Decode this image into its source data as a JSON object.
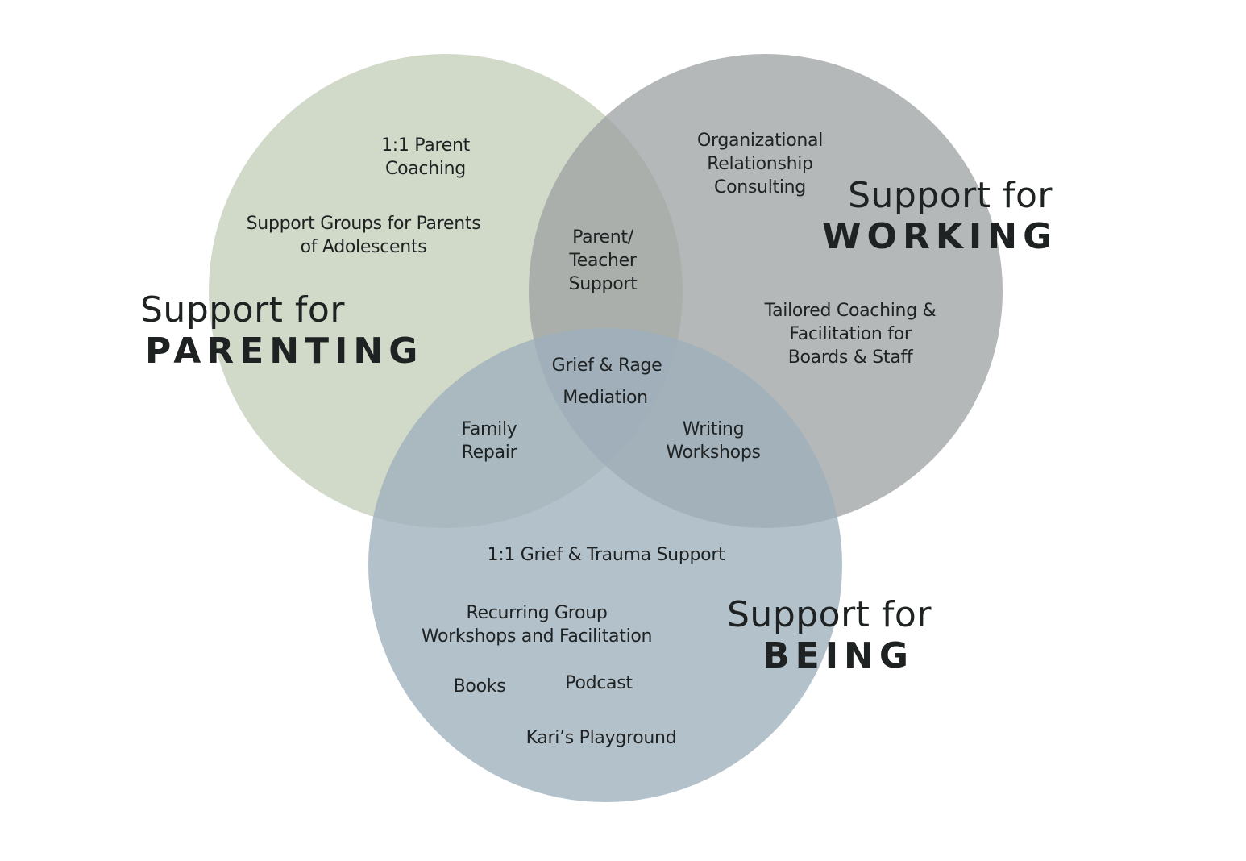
{
  "circles": {
    "parenting": {
      "color": "#c5d0bc",
      "opacity": 0.8
    },
    "working": {
      "color": "#9ca0a0",
      "opacity": 0.75
    },
    "being": {
      "color": "#9eb0bc",
      "opacity": 0.78
    }
  },
  "headings": {
    "parenting": {
      "prefix": "Support for",
      "title": "PARENTING"
    },
    "working": {
      "prefix": "Support for",
      "title": "WORKING"
    },
    "being": {
      "prefix": "Support for",
      "title": "BEING"
    }
  },
  "labels": {
    "parent_coaching": "1:1 Parent\nCoaching",
    "support_groups": "Support Groups for Parents\nof Adolescents",
    "org_consulting": "Organizational\nRelationship\nConsulting",
    "tailored_coaching": "Tailored Coaching &\nFacilitation for\nBoards & Staff",
    "parent_teacher": "Parent/\nTeacher\nSupport",
    "grief_rage": "Grief & Rage",
    "mediation": "Mediation",
    "family_repair": "Family\nRepair",
    "writing_workshops": "Writing\nWorkshops",
    "grief_trauma": "1:1 Grief & Trauma Support",
    "recurring_group": "Recurring Group\nWorkshops and Facilitation",
    "books": "Books",
    "podcast": "Podcast",
    "karis_playground": "Kari’s Playground"
  }
}
